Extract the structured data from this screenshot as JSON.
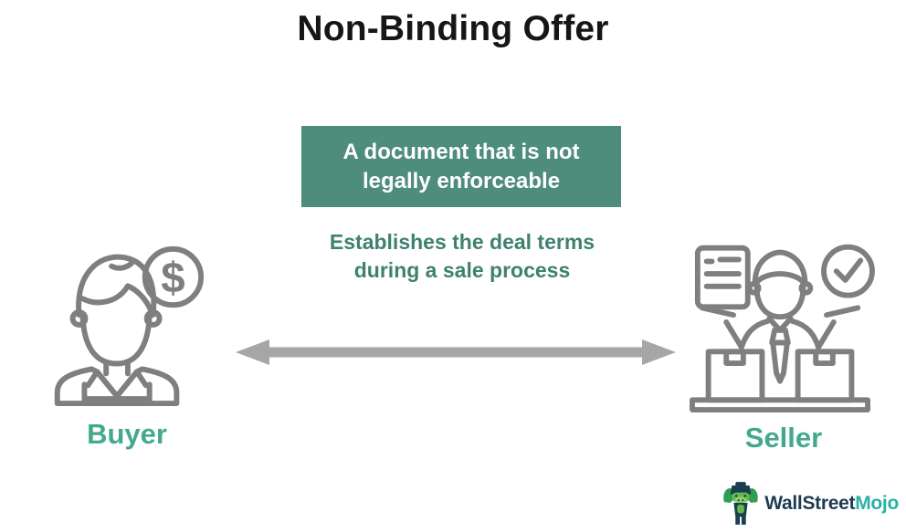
{
  "title": "Non-Binding Offer",
  "definition_box": {
    "line1": "A document that is not",
    "line2": "legally enforceable",
    "bg_color": "#4e8d7c",
    "text_color": "#ffffff"
  },
  "subtitle": {
    "line1": "Establishes the deal terms",
    "line2": "during a sale process",
    "color": "#3e8171"
  },
  "buyer": {
    "label": "Buyer",
    "icon": "buyer-person-with-dollar-coin-icon"
  },
  "seller": {
    "label": "Seller",
    "icon": "seller-person-with-boxes-document-check-icon"
  },
  "entity_label_color": "#43a98d",
  "arrow": {
    "type": "double-headed-horizontal",
    "color": "#a6a6a6"
  },
  "icon_stroke_color": "#7f7f7f",
  "logo": {
    "brand_part1": "WallStreet",
    "brand_part2": "Mojo",
    "part1_color": "#1d3c52",
    "part2_color": "#29b1a5",
    "mascot": "bull-mascot-icon"
  },
  "background_color": "#ffffff"
}
